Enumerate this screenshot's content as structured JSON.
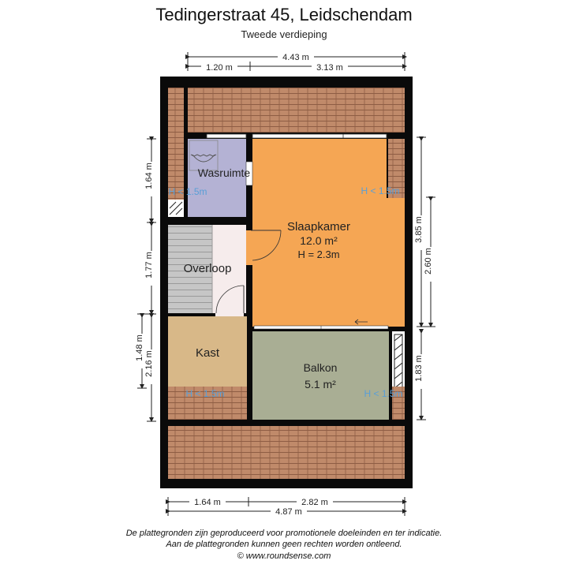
{
  "header": {
    "title": "Tedingerstraat 45, Leidschendam",
    "subtitle": "Tweede verdieping"
  },
  "rooms": {
    "wasruimte": {
      "name": "Wasruimte",
      "height_note": "H < 1.5m"
    },
    "slaapkamer": {
      "name": "Slaapkamer",
      "area": "12.0 m²",
      "height": "H = 2.3m",
      "height_note": "H < 1.5m"
    },
    "overloop": {
      "name": "Overloop"
    },
    "kast": {
      "name": "Kast",
      "height_note": "H < 1.5m"
    },
    "balkon": {
      "name": "Balkon",
      "area": "5.1 m²",
      "height_note": "H < 1.5m"
    }
  },
  "dimensions": {
    "top_total": "4.43 m",
    "top_left": "1.20 m",
    "top_right": "3.13 m",
    "bottom_left": "1.64 m",
    "bottom_right": "2.82 m",
    "bottom_total": "4.87 m",
    "left_upper": "1.64 m",
    "left_middle": "1.77 m",
    "left_lower_a": "1.48 m",
    "left_lower_b": "2.16 m",
    "right_outer": "3.85 m",
    "right_inner": "2.60 m",
    "right_lower": "1.83 m"
  },
  "footer": {
    "line1": "De plattegronden zijn geproduceerd voor promotionele doeleinden en ter indicatie.",
    "line2": "Aan de plattegronden kunnen geen rechten worden ontleend.",
    "copyright": "© www.roundsense.com"
  },
  "colors": {
    "wall": "#0a0a0a",
    "roof": "#c08a6a",
    "slaapkamer": "#f5a654",
    "wasruimte": "#b4b2d4",
    "overloop": "#c8c8c8",
    "kast": "#d8b888",
    "balkon": "#a9ae94",
    "height_note": "#5a9fd6"
  }
}
